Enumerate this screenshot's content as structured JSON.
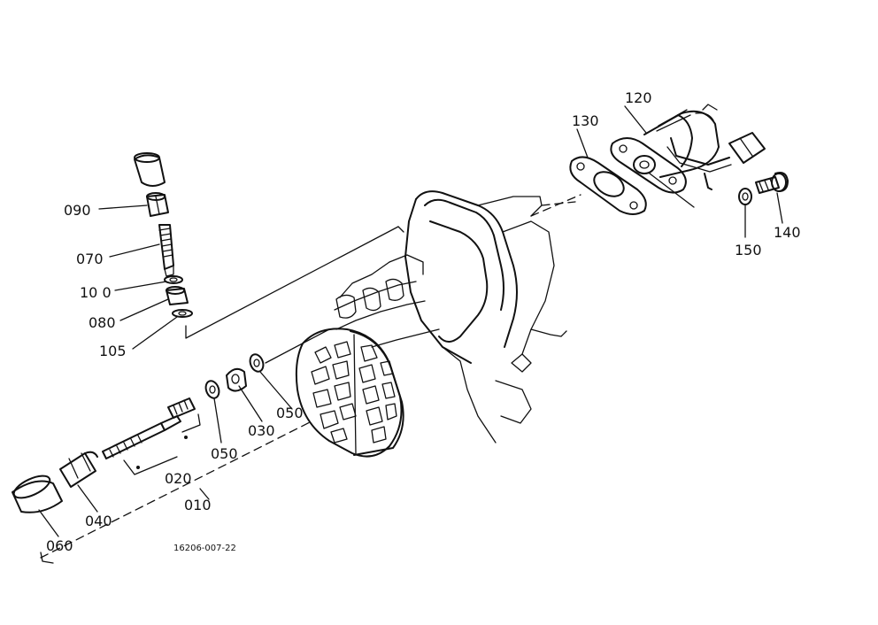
{
  "parts": {
    "p010": "010",
    "p020": "020",
    "p030": "030",
    "p040": "040",
    "p050a": "050",
    "p050b": "050",
    "p060": "060",
    "p070": "070",
    "p080": "080",
    "p090": "090",
    "p100": "10 0",
    "p105": "105",
    "p120": "120",
    "p130": "130",
    "p140": "140",
    "p150": "150"
  },
  "figure_code": "16206-007-22"
}
